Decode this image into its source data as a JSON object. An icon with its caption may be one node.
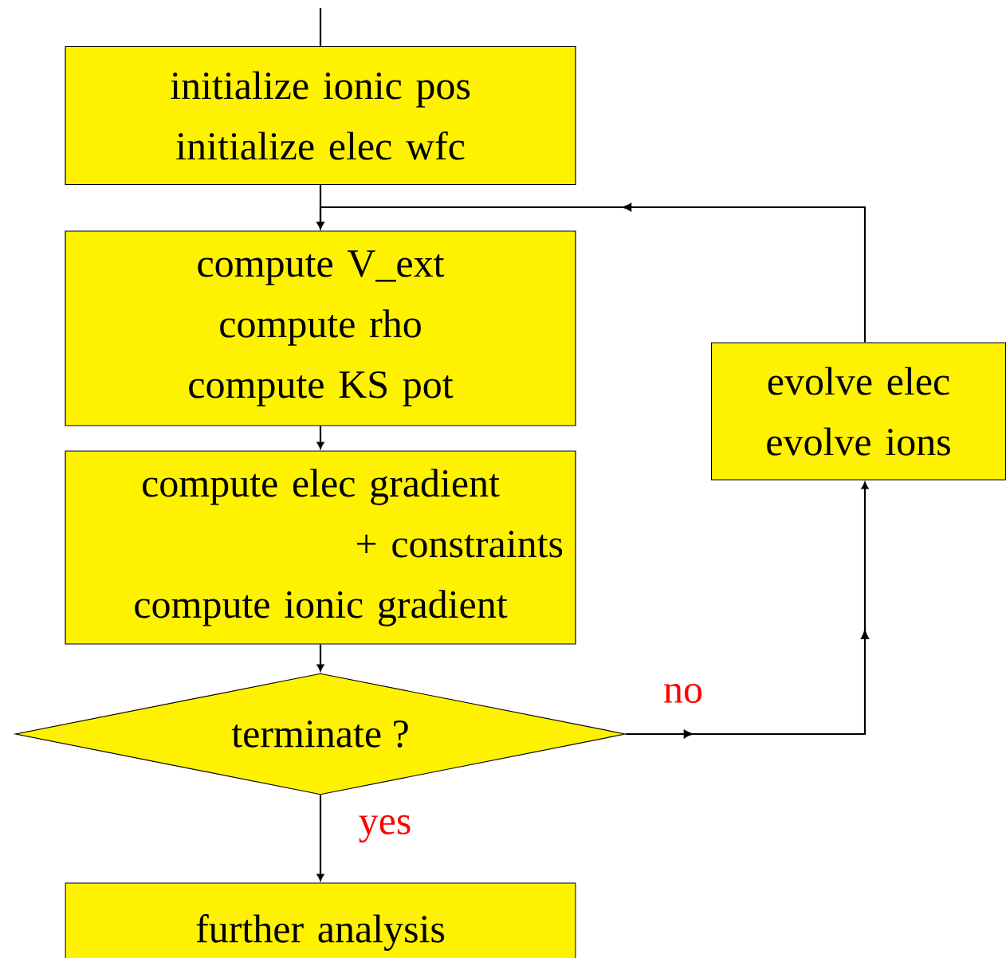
{
  "diagram": {
    "nodes": [
      {
        "text": [
          "initialize ionic pos",
          "initialize elec wfc"
        ]
      },
      {
        "text": [
          "compute V_ext",
          "compute rho",
          "compute KS pot"
        ]
      },
      {
        "text": [
          "compute elec gradient",
          "+ constraints",
          "compute ionic gradient"
        ]
      },
      {
        "text": [
          "terminate ?"
        ]
      },
      {
        "text": [
          "further analysis"
        ]
      },
      {
        "text": [
          "evolve elec",
          "evolve ions"
        ]
      }
    ],
    "edges": [
      {
        "from": null,
        "to": 0,
        "arrow": "none"
      },
      {
        "from": 0,
        "to": 1,
        "arrow": "to"
      },
      {
        "from": 1,
        "to": 2,
        "arrow": "to"
      },
      {
        "from": 2,
        "to": 3,
        "arrow": "to"
      },
      {
        "from": 3,
        "to": 4,
        "arrow": "to",
        "label": "yes"
      },
      {
        "from": 3,
        "to": 5,
        "arrow": "to",
        "label": "no"
      },
      {
        "from": 5,
        "to": 1,
        "arrow": "to"
      }
    ]
  }
}
